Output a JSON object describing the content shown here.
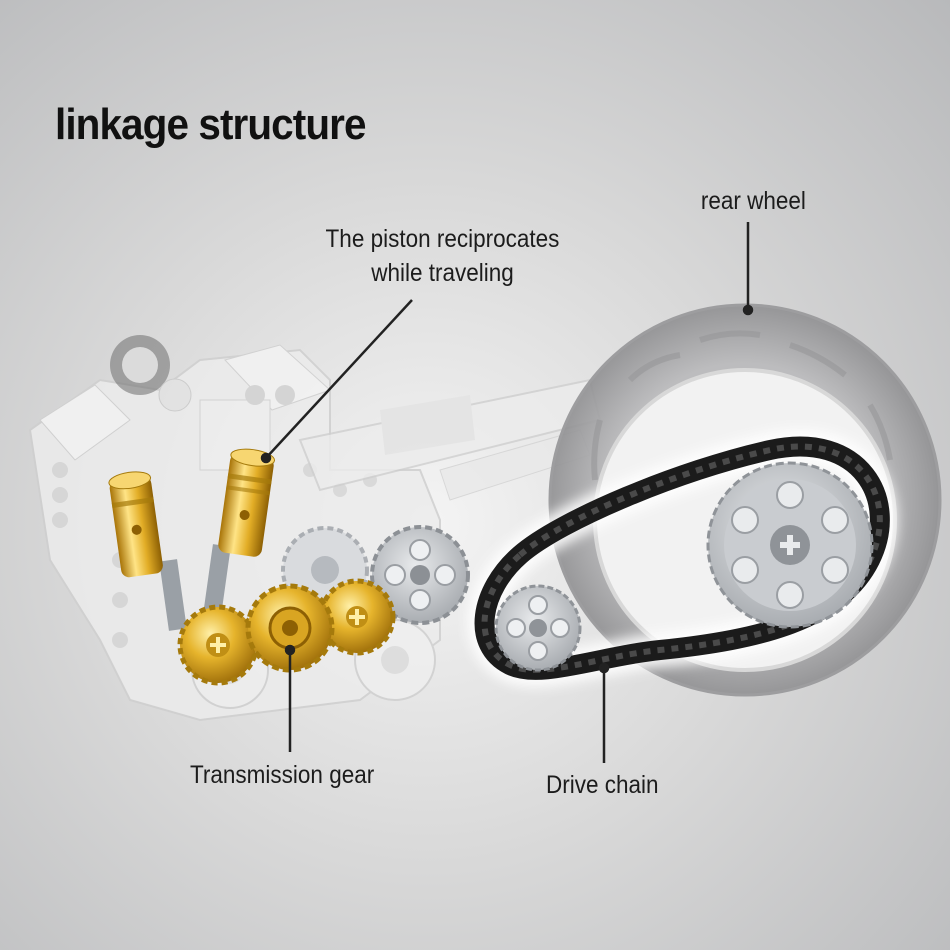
{
  "title": "linkage structure",
  "labels": {
    "piston_line1": "The piston reciprocates",
    "piston_line2": "while traveling",
    "rear_wheel": "rear wheel",
    "transmission_gear": "Transmission gear",
    "drive_chain": "Drive chain"
  },
  "colors": {
    "gold": "#e0b12e",
    "chain": "#1b1b1b",
    "plastic": "#e6e6e6",
    "gear_grey": "#bfc2c6",
    "tire": "#a9a9ab"
  }
}
